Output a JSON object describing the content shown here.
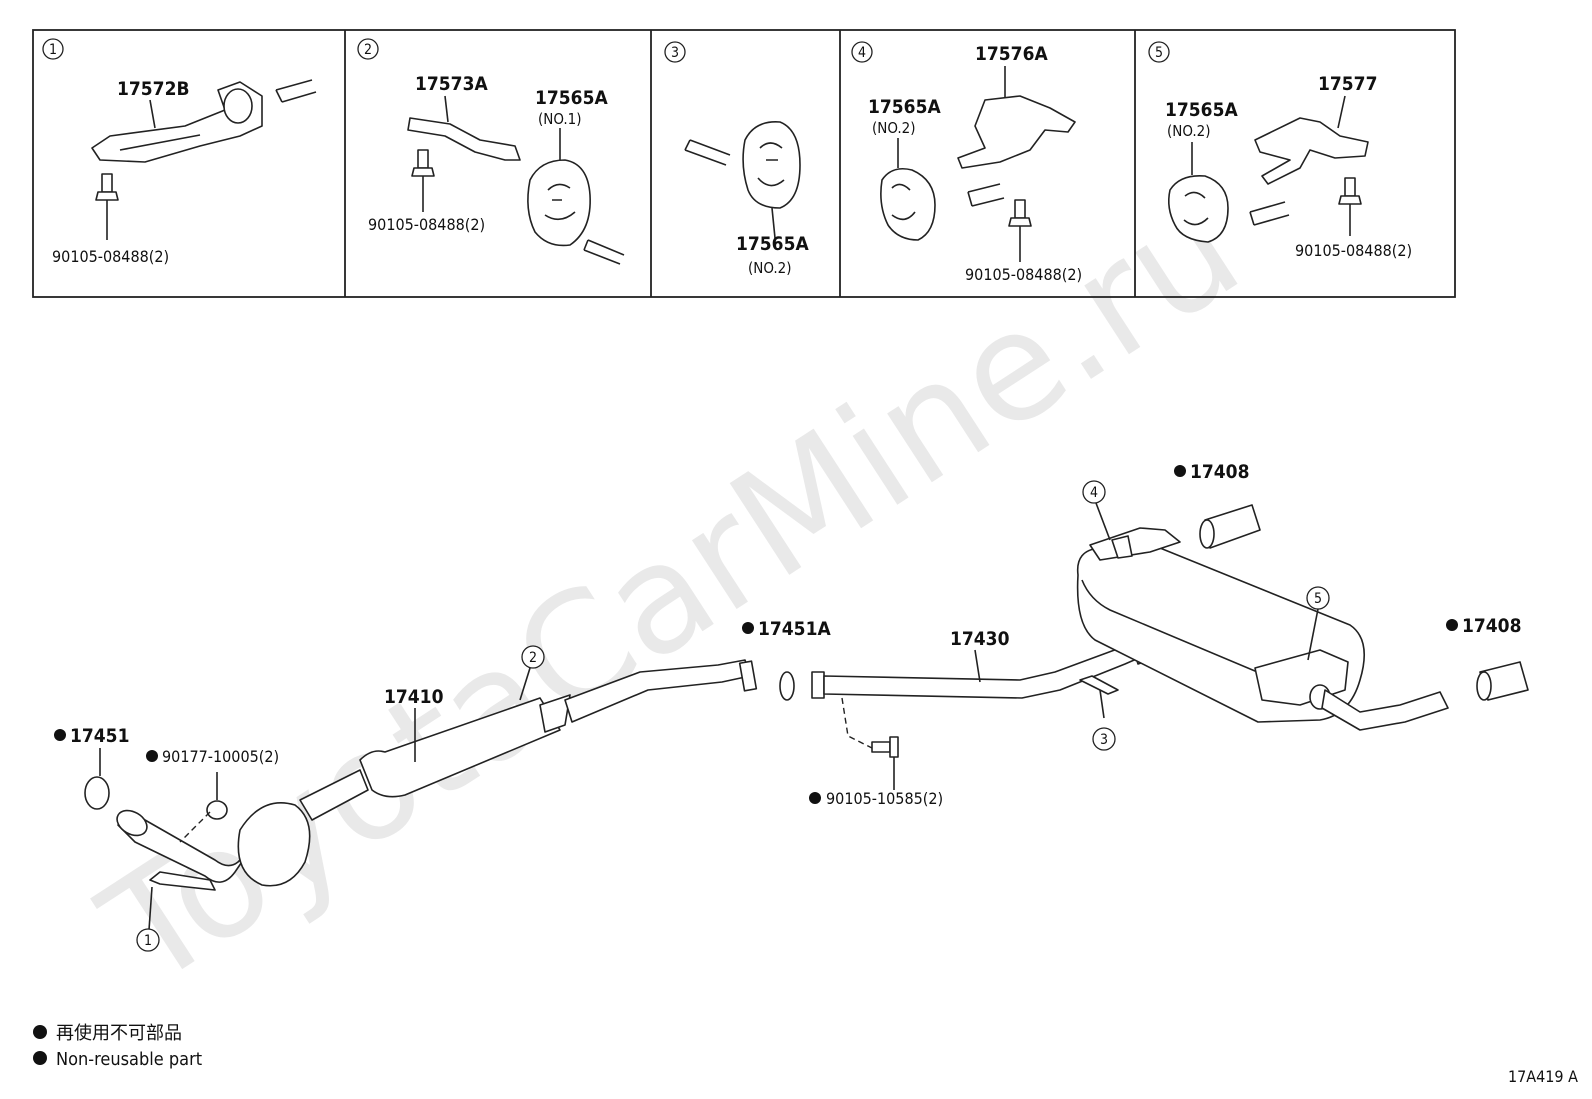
{
  "watermark": "ToyotaCarMine.ru",
  "panels": [
    {
      "num": "1",
      "labels": [
        "17572B",
        "90105-08488(2)"
      ]
    },
    {
      "num": "2",
      "labels": [
        "17573A",
        "17565A",
        "(NO.1)",
        "90105-08488(2)"
      ]
    },
    {
      "num": "3",
      "labels": [
        "17565A",
        "(NO.2)"
      ]
    },
    {
      "num": "4",
      "labels": [
        "17565A",
        "(NO.2)",
        "17576A",
        "90105-08488(2)"
      ]
    },
    {
      "num": "5",
      "labels": [
        "17565A",
        "(NO.2)",
        "17577",
        "90105-08488(2)"
      ]
    }
  ],
  "main": {
    "labels": {
      "p17408a": "17408",
      "p17408b": "17408",
      "p17451a": "17451A",
      "p17430": "17430",
      "p17410": "17410",
      "p17451": "17451",
      "p90177": "90177-10005(2)",
      "p90105b": "90105-10585(2)"
    },
    "callouts": [
      "1",
      "2",
      "3",
      "4",
      "5"
    ]
  },
  "legend": {
    "jp": "再使用不可部品",
    "en": "Non-reusable part"
  },
  "code": "17A419 A"
}
